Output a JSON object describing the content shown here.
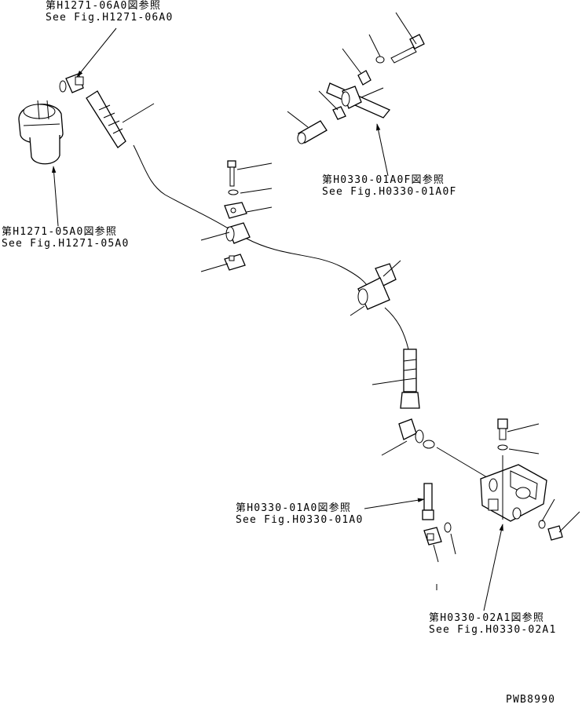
{
  "callouts": [
    {
      "id": "h1271-06a0",
      "ja": "第H1271-06A0図参照",
      "en": "See Fig.H1271-06A0"
    },
    {
      "id": "h1271-05a0",
      "ja": "第H1271-05A0図参照",
      "en": "See Fig.H1271-05A0"
    },
    {
      "id": "h0330-01a0f",
      "ja": "第H0330-01A0F図参照",
      "en": "See Fig.H0330-01A0F"
    },
    {
      "id": "h0330-01a0",
      "ja": "第H0330-01A0図参照",
      "en": "See Fig.H0330-01A0"
    },
    {
      "id": "h0330-02a1",
      "ja": "第H0330-02A1図参照",
      "en": "See Fig.H0330-02A1"
    }
  ],
  "drawing_code": "PWB8990"
}
